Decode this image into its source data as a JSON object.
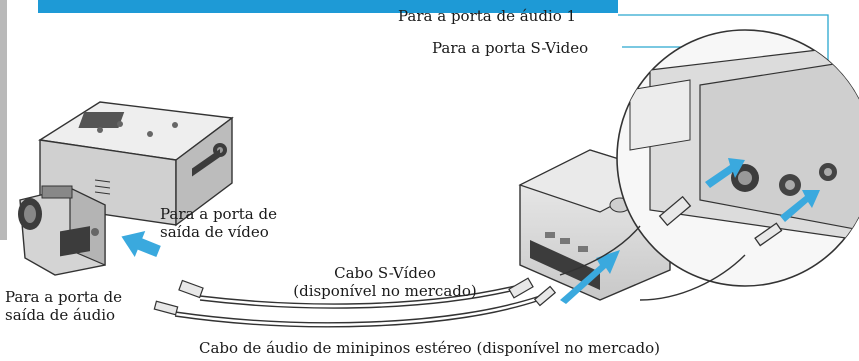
{
  "colors": {
    "banner": "#1e9ad6",
    "leader_line": "#2aa8cf",
    "arrow": "#3aa9de",
    "device": "#d9d9d9",
    "device_dark": "#3c3c3c",
    "text": "#1a1a1a"
  },
  "labels": {
    "audio_port_1": "Para a porta de áudio 1",
    "svideo_port": "Para a porta S-Video",
    "video_out_line1": "Para a porta de",
    "video_out_line2": "saída de vídeo",
    "svideo_cable_line1": "Cabo S-Vídeo",
    "svideo_cable_line2": "(disponível no mercado)",
    "audio_out_line1": "Para a porta de",
    "audio_out_line2": "saída de áudio",
    "audio_cable": "Cabo de áudio de minipinos estéreo (disponível no mercado)"
  },
  "icons": {
    "vcr": "vcr-icon",
    "camcorder": "camcorder-icon",
    "projector": "projector-icon",
    "zoom_detail": "port-panel-zoom-icon"
  }
}
